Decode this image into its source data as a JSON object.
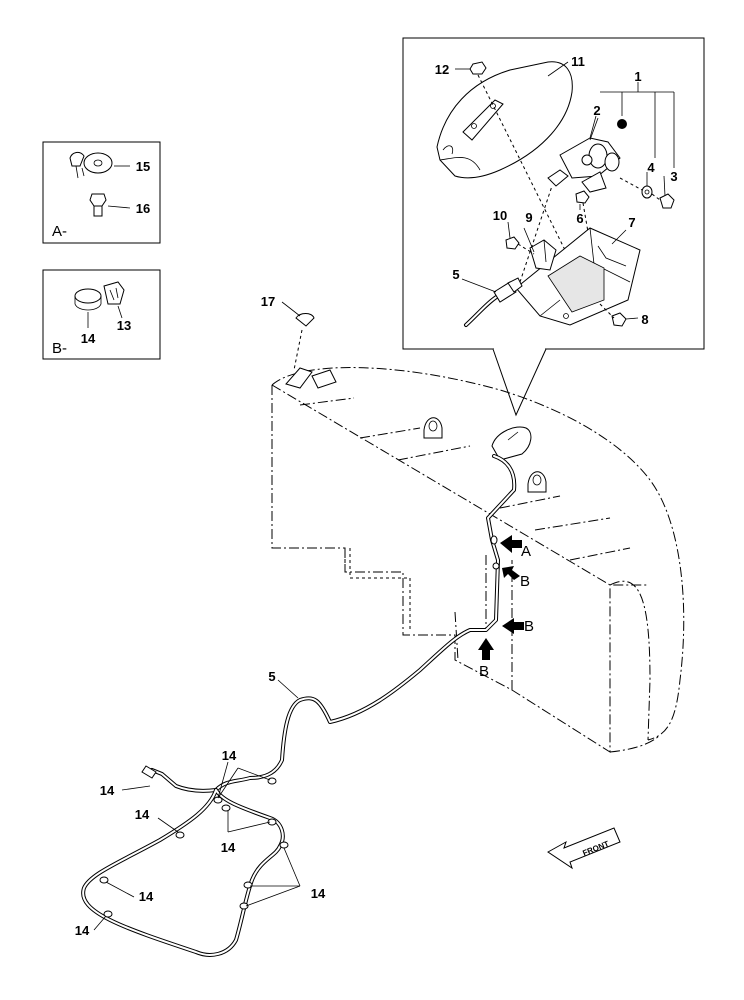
{
  "callouts": {
    "c1": "1",
    "c2": "2",
    "c3": "3",
    "c4": "4",
    "c5": "5",
    "c5b": "5",
    "c6": "6",
    "c7": "7",
    "c8": "8",
    "c9": "9",
    "c10": "10",
    "c11": "11",
    "c12": "12",
    "c13": "13",
    "c14": "14",
    "c15": "15",
    "c16": "16",
    "c17": "17"
  },
  "clamp_callouts": [
    "14",
    "14",
    "14",
    "14",
    "14",
    "14",
    "14",
    "14"
  ],
  "insets": {
    "a_label": "A-",
    "b_label": "B-"
  },
  "view_arrows": {
    "a": "A",
    "b1": "B",
    "b2": "B",
    "b3": "B"
  },
  "front_label": "FRONT"
}
